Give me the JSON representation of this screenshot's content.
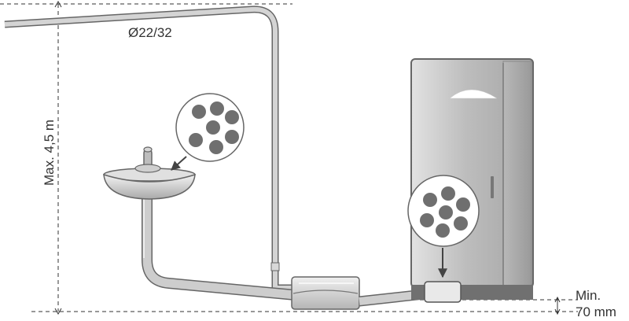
{
  "labels": {
    "pipe_diameter": "Ø22/32",
    "max_height": "Max. 4,5 m",
    "min_line1": "Min.",
    "min_line2": "70 mm"
  },
  "icons": [
    "hole-pattern-icon",
    "down-arrow-icon"
  ],
  "colors": {
    "pipe_fill": "#c8c8c8",
    "pipe_outline": "#666666",
    "cabinet_fill": "#c4c4c4",
    "dot_fill": "#6f6f6f",
    "dimension_line": "#333333"
  }
}
